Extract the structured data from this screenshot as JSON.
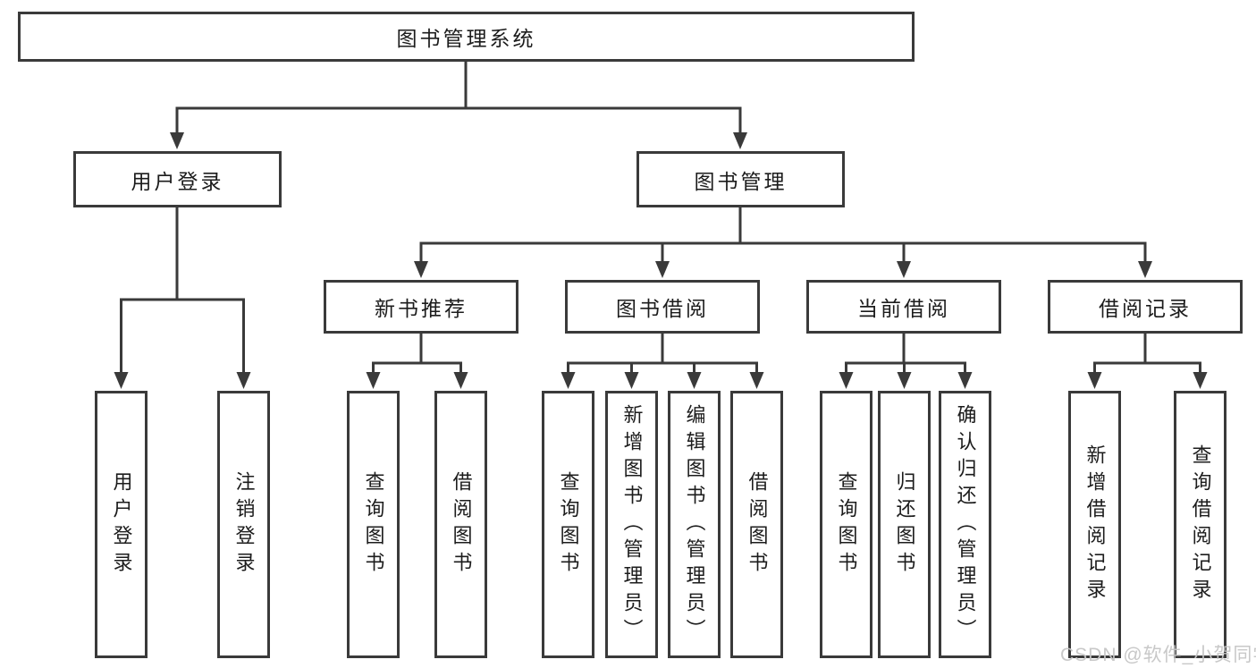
{
  "title": "图书管理系统",
  "colors": {
    "line": "#3a3a3a",
    "text": "#1c1c1c",
    "background": "#ffffff",
    "watermark": "#c5c5c5"
  },
  "watermark": {
    "text": "CSDN @软件_小贺同学"
  },
  "nodes": {
    "root": "图书管理系统",
    "user_login": "用户登录",
    "book_mgmt": "图书管理",
    "new_book_rec": "新书推荐",
    "book_borrow": "图书借阅",
    "current_borrow": "当前借阅",
    "borrow_records": "借阅记录",
    "leaves": {
      "user_login": [
        "用户登录",
        "注销登录"
      ],
      "new_book_rec": [
        "查询图书",
        "借阅图书"
      ],
      "book_borrow": [
        "查询图书",
        "新增图书（管理员）",
        "编辑图书（管理员）",
        "借阅图书"
      ],
      "current_borrow": [
        "查询图书",
        "归还图书",
        "确认归还（管理员）"
      ],
      "borrow_records": [
        "新增借阅记录",
        "查询借阅记录"
      ]
    }
  }
}
